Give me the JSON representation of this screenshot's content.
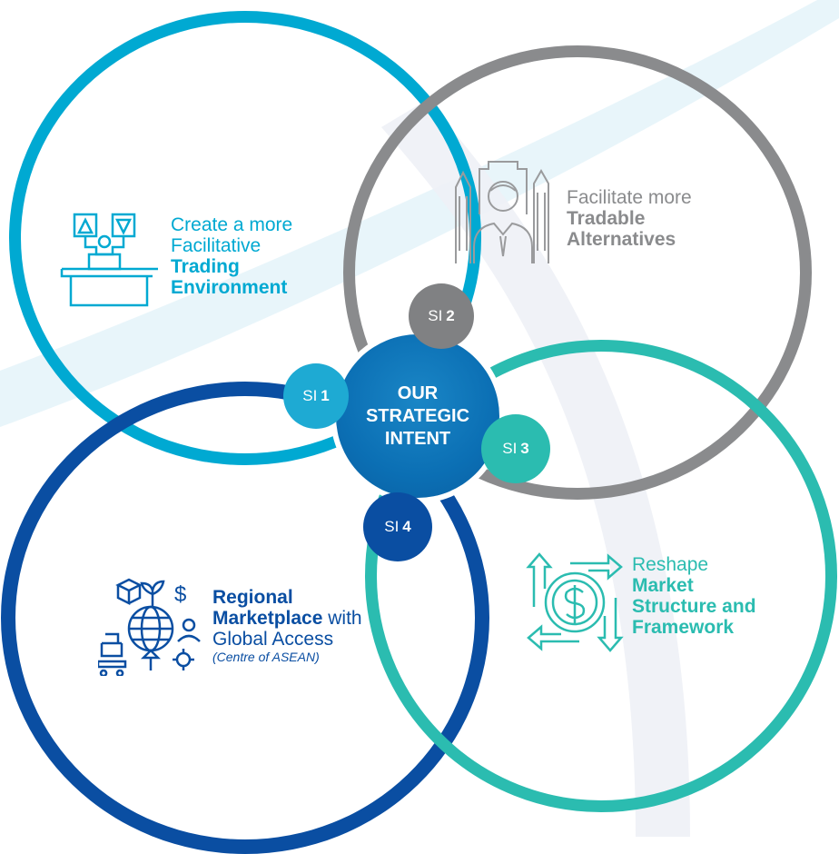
{
  "colors": {
    "light_blue": "#00a9d2",
    "grey": "#8a8b8d",
    "teal": "#2bbcb0",
    "navy": "#0a4ea2",
    "center": "#0b6fb4"
  },
  "center": {
    "line1": "OUR",
    "line2": "STRATEGIC",
    "line3": "INTENT"
  },
  "intents": [
    {
      "badge_prefix": "SI",
      "badge_number": "1",
      "icon": "trading-desk-icon",
      "line1": "Create a more",
      "line2": "Facilitative",
      "line3": "Trading",
      "line4": "Environment"
    },
    {
      "badge_prefix": "SI",
      "badge_number": "2",
      "icon": "businessman-skyline-icon",
      "line1": "Facilitate more",
      "line2": "Tradable",
      "line3": "Alternatives"
    },
    {
      "badge_prefix": "SI",
      "badge_number": "3",
      "icon": "dollar-arrows-icon",
      "line1": "Reshape",
      "line2": "Market",
      "line3": "Structure and",
      "line4": "Framework"
    },
    {
      "badge_prefix": "SI",
      "badge_number": "4",
      "icon": "global-network-icon",
      "line1": "Regional",
      "line2": "Marketplace",
      "line2_suffix": " with",
      "line3": "Global Access",
      "line4": "(Centre of ASEAN)"
    }
  ]
}
